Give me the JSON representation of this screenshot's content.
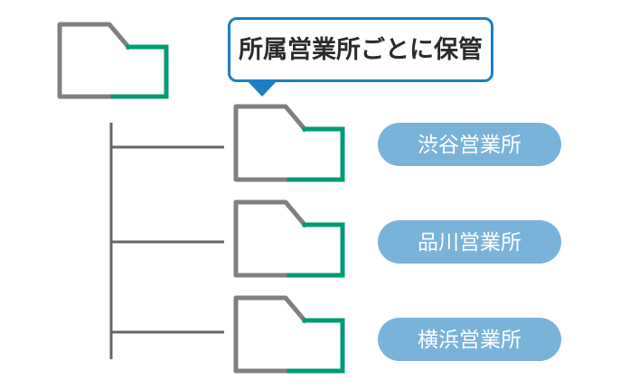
{
  "diagram": {
    "title_note": "所属営業所ごとに保管",
    "colors": {
      "folder_gray": "#808080",
      "folder_green": "#009B72",
      "callout_border": "#1C7FC3",
      "callout_fill": "#FFFFFF",
      "callout_text": "#2B2B2B",
      "pill_fill": "#7AB3DA",
      "pill_text": "#FFFFFF",
      "tree_line": "#666666",
      "background": "#FFFFFF"
    },
    "callout": {
      "text": "所属営業所ごとに保管",
      "arrow_direction": "down"
    },
    "root_folder": {
      "icon": "folder-icon",
      "label": ""
    },
    "branches": [
      {
        "index": 0,
        "folder_icon": "folder-icon",
        "pill_label": "渋谷営業所"
      },
      {
        "index": 1,
        "folder_icon": "folder-icon",
        "pill_label": "品川営業所"
      },
      {
        "index": 2,
        "folder_icon": "folder-icon",
        "pill_label": "横浜営業所"
      }
    ]
  }
}
